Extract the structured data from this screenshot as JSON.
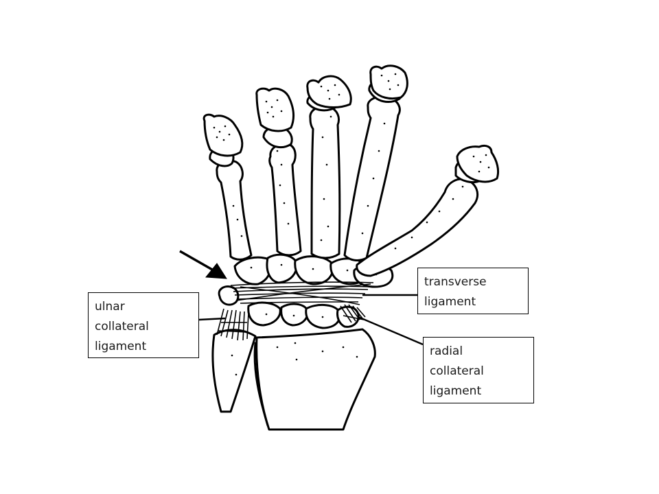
{
  "diagram": {
    "labels": {
      "ulnar": [
        "ulnar",
        "collateral",
        "ligament"
      ],
      "transverse": [
        "transverse",
        "ligament"
      ],
      "radial": [
        "radial",
        "collateral",
        "ligament"
      ]
    },
    "colors": {
      "ink": "#000000",
      "background": "#ffffff"
    }
  }
}
